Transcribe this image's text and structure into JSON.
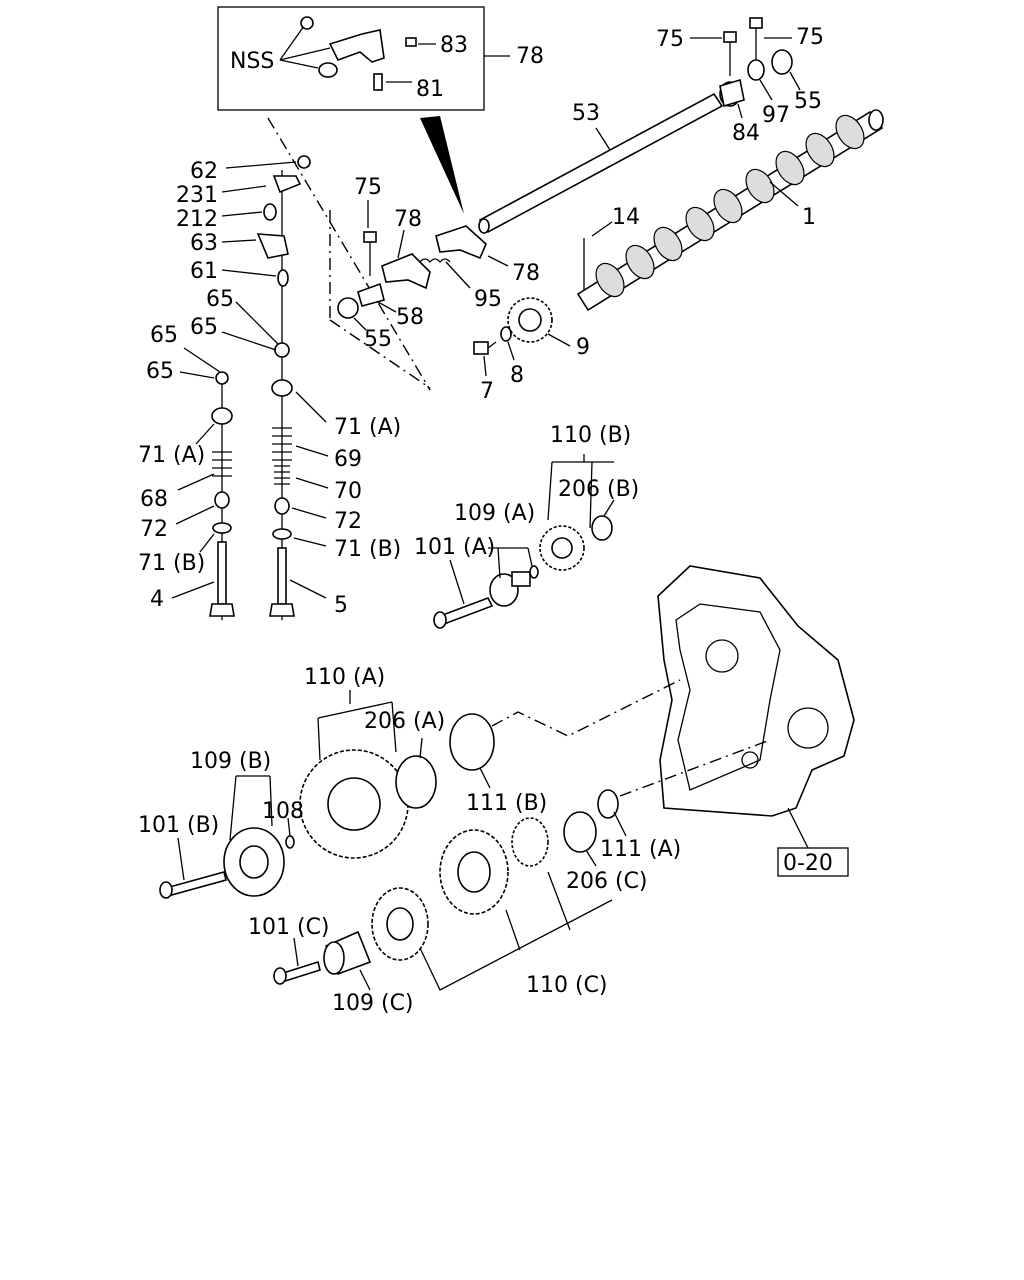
{
  "title": "",
  "nss_label": "NSS",
  "reference_box": "0-20",
  "labels": {
    "l83": "83",
    "l78_box": "78",
    "l81": "81",
    "l75_a": "75",
    "l75_b": "75",
    "l55_top": "55",
    "l97": "97",
    "l84": "84",
    "l53": "53",
    "l1": "1",
    "l14": "14",
    "l62": "62",
    "l231": "231",
    "l212": "212",
    "l63": "63",
    "l61": "61",
    "l65_a": "65",
    "l65_b": "65",
    "l65_c": "65",
    "l65_d": "65",
    "l75_mid": "75",
    "l78_mid": "78",
    "l78_right": "78",
    "l95": "95",
    "l58": "58",
    "l55_mid": "55",
    "l9": "9",
    "l8": "8",
    "l7": "7",
    "l71a_right": "71 (A)",
    "l69": "69",
    "l70": "70",
    "l72_right": "72",
    "l71b_right": "71 (B)",
    "l5": "5",
    "l71a_left": "71 (A)",
    "l68": "68",
    "l72_left": "72",
    "l71b_left": "71 (B)",
    "l4": "4",
    "l110b": "110 (B)",
    "l206b": "206 (B)",
    "l109a": "109 (A)",
    "l101a": "101 (A)",
    "l110a": "110 (A)",
    "l206a": "206 (A)",
    "l109b": "109 (B)",
    "l108": "108",
    "l111b": "111 (B)",
    "l101b": "101 (B)",
    "l111a": "111 (A)",
    "l206c": "206 (C)",
    "l101c": "101 (C)",
    "l109c": "109 (C)",
    "l110c": "110 (C)"
  }
}
